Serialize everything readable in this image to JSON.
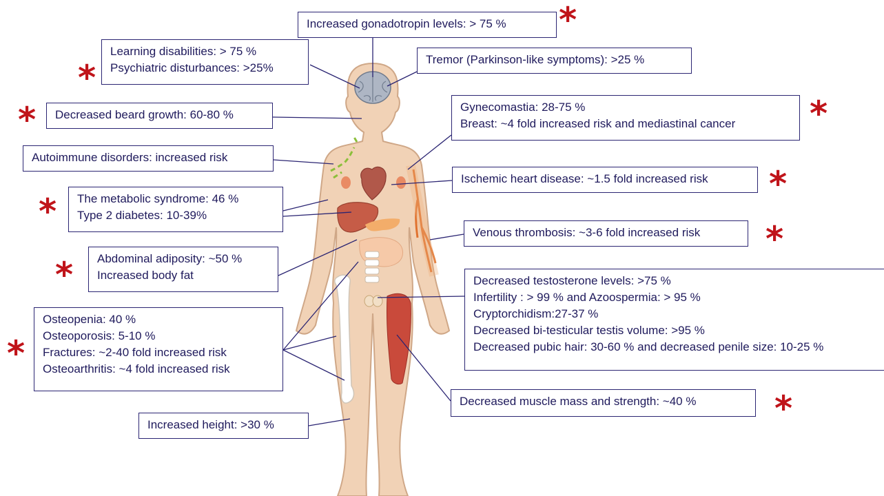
{
  "colors": {
    "box_border": "#2a2472",
    "text": "#1f1a5c",
    "asterisk": "#c0141a",
    "skin": "#f1d2b6",
    "skin_outline": "#cfa787",
    "leader_line": "#2a2472"
  },
  "asterisk_symbol": "*",
  "labels": {
    "gonadotropin": [
      "Increased gonadotropin levels: > 75 %"
    ],
    "learning": [
      "Learning disabilities: > 75 %",
      "Psychiatric disturbances: >25%"
    ],
    "tremor": [
      "Tremor (Parkinson-like symptoms): >25 %"
    ],
    "beard": [
      "Decreased beard growth: 60-80 %"
    ],
    "gynecomastia": [
      "Gynecomastia: 28-75 %",
      "Breast: ~4 fold increased risk  and mediastinal cancer"
    ],
    "autoimmune": [
      "Autoimmune disorders: increased risk"
    ],
    "ischemic": [
      "Ischemic heart disease: ~1.5 fold increased risk"
    ],
    "metabolic": [
      "The metabolic syndrome: 46 %",
      "Type 2 diabetes: 10-39%"
    ],
    "venous": [
      "Venous thrombosis: ~3-6 fold increased risk"
    ],
    "abdominal": [
      "Abdominal adiposity: ~50 %",
      "Increased body fat"
    ],
    "testosterone": [
      "Decreased testosterone levels: >75 %",
      "Infertility : > 99 % and Azoospermia: > 95 %",
      "Cryptorchidism:27-37 %",
      "Decreased bi-testicular testis volume: >95 %",
      "Decreased pubic hair: 30-60 % and decreased penile size: 10-25 %"
    ],
    "osteopenia": [
      "Osteopenia: 40 %",
      "Osteoporosis: 5-10 %",
      "Fractures: ~2-40 fold increased risk",
      "Osteoarthritis: ~4 fold increased risk"
    ],
    "muscle": [
      "Decreased muscle mass and strength: ~40 %"
    ],
    "height": [
      "Increased height: >30 %"
    ]
  }
}
